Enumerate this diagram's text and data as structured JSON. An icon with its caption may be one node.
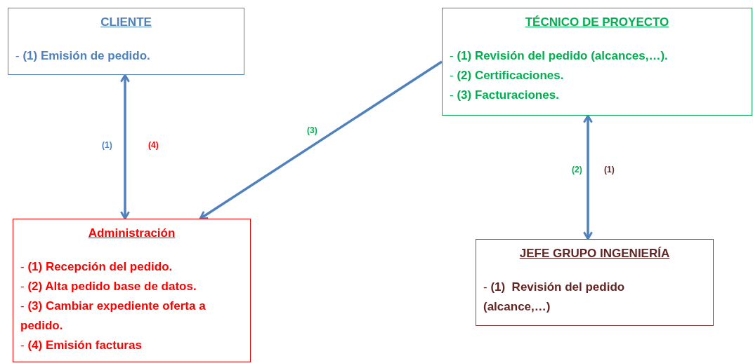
{
  "diagram": {
    "nodes": [
      {
        "text": [
          "CLIENTE",
          "- **(1) Emisión de pedido.**"
        ]
      },
      {
        "text": [
          "TÉCNICO DE PROYECTO",
          "- **(1) Revisión del pedido (alcances,…).**",
          "- **(2) Certificaciones.**",
          "- **(3) Facturaciones.**"
        ]
      },
      {
        "text": [
          "Administración",
          "- **(1) Recepción del pedido.**",
          "- **(2) Alta pedido base de datos.**",
          "- **(3) Cambiar expediente oferta a pedido.**",
          "- **(4) Emisión facturas**"
        ]
      },
      {
        "text": [
          "JEFE GRUPO INGENIERÍA",
          "- **(1)  Revisión del pedido (alcance,…)**"
        ]
      }
    ],
    "edges": [
      {
        "from": 0,
        "to": 2,
        "arrow": "both"
      },
      {
        "from": 1,
        "to": 2,
        "arrow": "to",
        "label": "(3)"
      },
      {
        "from": 1,
        "to": 3,
        "arrow": "both"
      }
    ],
    "labels": [
      "(1)",
      "(4)",
      "(2)",
      "(1)"
    ]
  }
}
